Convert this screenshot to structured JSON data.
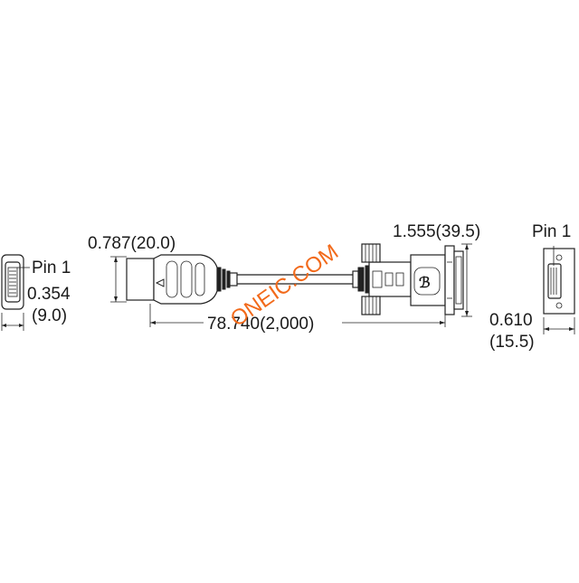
{
  "labels": {
    "left_pin": "Pin 1",
    "left_width_in": "0.354",
    "left_width_mm": "(9.0)",
    "hdmi_height": "0.787(20.0)",
    "cable_length": "78.740(2,000)",
    "dvi_width": "1.555(39.5)",
    "right_pin": "Pin 1",
    "right_width_in": "0.610",
    "right_width_mm": "(15.5)"
  },
  "watermark": "ONEIC.COM",
  "colors": {
    "line": "#222222",
    "watermark": "#f26a1b"
  }
}
